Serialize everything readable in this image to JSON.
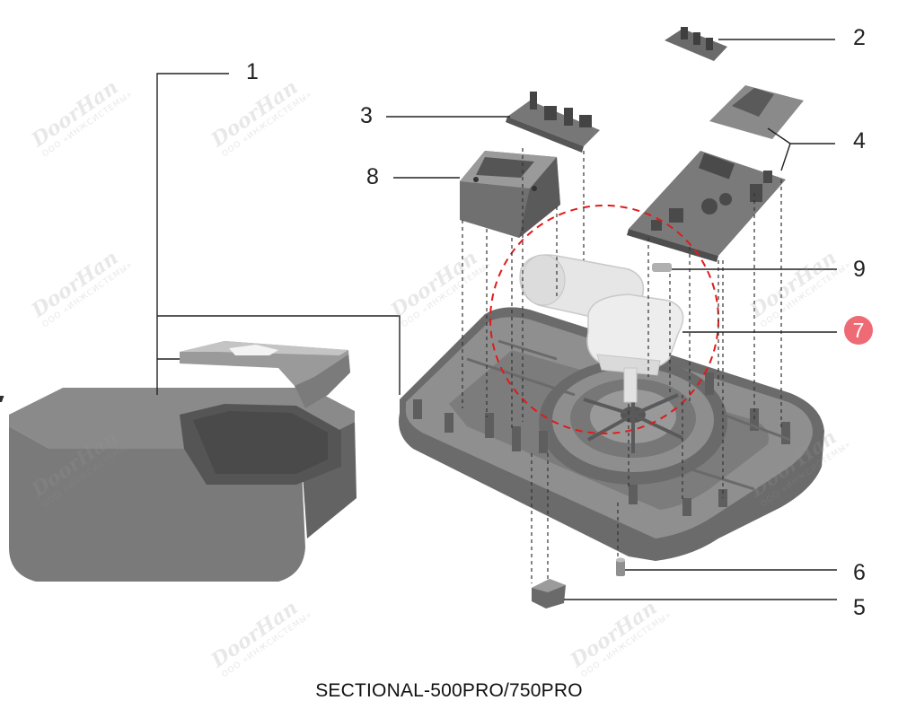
{
  "title": "SECTIONAL-500PRO/750PRO",
  "watermark": {
    "brand": "DoorHan",
    "line": "ООО «ИНЖСИСТЕМЫ»"
  },
  "callouts": [
    {
      "id": "1",
      "label": "1"
    },
    {
      "id": "2",
      "label": "2"
    },
    {
      "id": "3",
      "label": "3"
    },
    {
      "id": "4",
      "label": "4"
    },
    {
      "id": "5",
      "label": "5"
    },
    {
      "id": "6",
      "label": "6"
    },
    {
      "id": "7",
      "label": "7",
      "highlight": true
    },
    {
      "id": "8",
      "label": "8"
    },
    {
      "id": "9",
      "label": "9"
    }
  ],
  "colors": {
    "part_dark": "#6e6e6e",
    "part_mid": "#8d8d8d",
    "part_light": "#b5b5b5",
    "motor_ghost": "#e4e4e4",
    "highlight_circle": "#e01b1b",
    "callout_highlight": "#ee6a75",
    "leader_line": "#222222"
  }
}
